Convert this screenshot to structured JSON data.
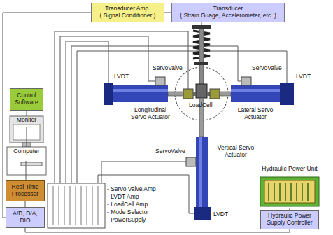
{
  "diagram": {
    "nodes": [
      {
        "text": [
          "Transducer Amp.",
          "( Signal Conditioner )"
        ]
      },
      {
        "text": [
          "Transducer",
          "( Strain Guage, Accelerometer, etc. )"
        ]
      },
      {
        "text": [
          "Control Software"
        ]
      },
      {
        "text": [
          "Monitor"
        ]
      },
      {
        "text": [
          "Computer"
        ]
      },
      {
        "text": [
          "Longitudinal Servo Actuator"
        ]
      },
      {
        "text": [
          "Lateral Servo Actuator"
        ]
      },
      {
        "text": [
          "Vertical Servo Actuator"
        ]
      },
      {
        "text": [
          "Real-Time Processor"
        ]
      },
      {
        "text": [
          "A/D, D/A, DIO"
        ]
      },
      {
        "text": [
          "Hydraulic Power Unit"
        ]
      },
      {
        "text": [
          "Hydraulic Power Supply Controller"
        ]
      }
    ],
    "edges": [
      {
        "from": 0,
        "to": 1,
        "arrow": "none"
      },
      {
        "from": 0,
        "to": 9,
        "arrow": "none"
      },
      {
        "from": 2,
        "to": 3,
        "arrow": "none"
      },
      {
        "from": 3,
        "to": 4,
        "arrow": "none"
      },
      {
        "from": 4,
        "to": 8,
        "arrow": "none"
      },
      {
        "from": 8,
        "to": 9,
        "arrow": "none"
      },
      {
        "from": 9,
        "to": 11,
        "arrow": "none"
      },
      {
        "from": 10,
        "to": 11,
        "arrow": "none"
      }
    ],
    "labels": [
      "ServoValve",
      "LVDT",
      "LoadCell",
      "ServoValve",
      "LVDT",
      "ServoValve",
      "LVDT",
      "- Servo Valve Amp",
      "- LVDT Amp",
      "- LoadCell Amp",
      "- Mode Selector",
      "- PowerSupply"
    ]
  }
}
